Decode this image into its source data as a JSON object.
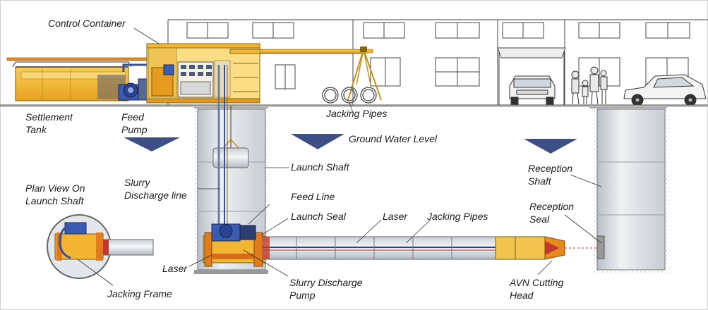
{
  "labels": {
    "control_container": "Control Container",
    "settlement_tank_1": "Settlement",
    "settlement_tank_2": "Tank",
    "feed_pump_1": "Feed",
    "feed_pump_2": "Pump",
    "jacking_pipes_top": "Jacking Pipes",
    "ground_water_level": "Ground Water Level",
    "launch_shaft": "Launch Shaft",
    "slurry_discharge_1": "Slurry",
    "slurry_discharge_2": "Discharge line",
    "feed_line": "Feed Line",
    "launch_seal": "Launch Seal",
    "laser_tunnel": "Laser",
    "jacking_pipes_tunnel": "Jacking Pipes",
    "reception_shaft_1": "Reception",
    "reception_shaft_2": "Shaft",
    "reception_seal_1": "Reception",
    "reception_seal_2": "Seal",
    "plan_view_1": "Plan View On",
    "plan_view_2": "Launch Shaft",
    "laser_left": "Laser",
    "jacking_frame": "Jacking Frame",
    "slurry_pump_1": "Slurry Discharge",
    "slurry_pump_2": "Pump",
    "avn_1": "AVN Cutting",
    "avn_2": "Head"
  },
  "colors": {
    "ground_line": "#555555",
    "building_line": "#444444",
    "shaft_fill": "#dfe3e8",
    "equipment_yellow": "#f2b632",
    "equipment_orange": "#e58a1f",
    "pipe_blue": "#2b3d8f",
    "water_marker": "#3d4f85",
    "machine_red": "#c0392b",
    "slurry_pipe": "#6b7ea8"
  }
}
